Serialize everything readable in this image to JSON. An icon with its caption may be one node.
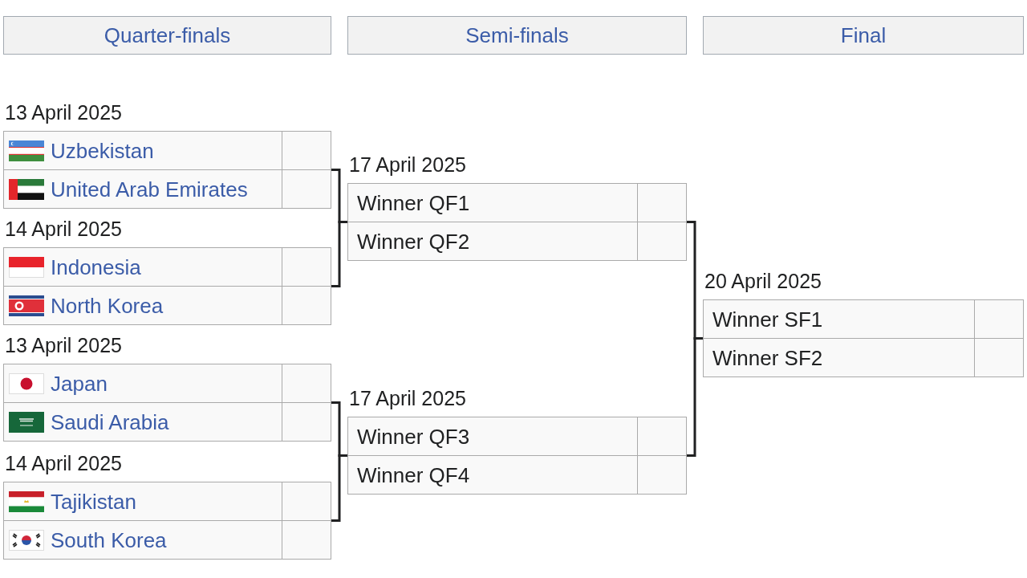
{
  "diagram": {
    "nodes": [
      {
        "text": [
          "Quarter-finals"
        ]
      },
      {
        "text": [
          "Semi-finals"
        ]
      },
      {
        "text": [
          "Final"
        ]
      },
      {
        "text": [],
        "shape": "box",
        "beside": [
          "13 April 2025"
        ]
      },
      {
        "text": [
          "Uzbekistan"
        ],
        "in": 3
      },
      {
        "text": [
          "United Arab Emirates"
        ],
        "in": 3
      },
      {
        "text": [],
        "shape": "box",
        "beside": [
          "14 April 2025"
        ]
      },
      {
        "text": [
          "Indonesia"
        ],
        "in": 6
      },
      {
        "text": [
          "North Korea"
        ],
        "in": 6
      },
      {
        "text": [],
        "shape": "box",
        "beside": [
          "13 April 2025"
        ]
      },
      {
        "text": [
          "Japan"
        ],
        "in": 9
      },
      {
        "text": [
          "Saudi Arabia"
        ],
        "in": 9
      },
      {
        "text": [],
        "shape": "box",
        "beside": [
          "14 April 2025"
        ]
      },
      {
        "text": [
          "Tajikistan"
        ],
        "in": 12
      },
      {
        "text": [
          "South Korea"
        ],
        "in": 12
      },
      {
        "text": [],
        "shape": "box",
        "beside": [
          "17 April 2025"
        ]
      },
      {
        "text": [
          "Winner QF1"
        ],
        "in": 15
      },
      {
        "text": [
          "Winner QF2"
        ],
        "in": 15
      },
      {
        "text": [],
        "shape": "box",
        "beside": [
          "17 April 2025"
        ]
      },
      {
        "text": [
          "Winner QF3"
        ],
        "in": 18
      },
      {
        "text": [
          "Winner QF4"
        ],
        "in": 18
      },
      {
        "text": [],
        "shape": "box",
        "beside": [
          "20 April 2025"
        ]
      },
      {
        "text": [
          "Winner SF1"
        ],
        "in": 21
      },
      {
        "text": [
          "Winner SF2"
        ],
        "in": 21
      }
    ],
    "edges": [
      {
        "from": 3,
        "to": 15,
        "arrow": "none"
      },
      {
        "from": 6,
        "to": 15,
        "arrow": "none"
      },
      {
        "from": 9,
        "to": 18,
        "arrow": "none"
      },
      {
        "from": 12,
        "to": 18,
        "arrow": "none"
      },
      {
        "from": 15,
        "to": 21,
        "arrow": "none"
      },
      {
        "from": 18,
        "to": 21,
        "arrow": "none"
      }
    ]
  }
}
